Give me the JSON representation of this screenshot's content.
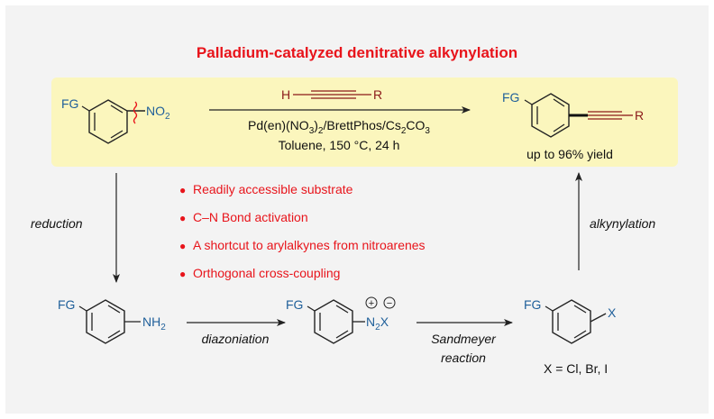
{
  "title": "Palladium-catalyzed denitrative alkynylation",
  "colors": {
    "background": "#f3f3f3",
    "highlight": "#fbf6bd",
    "title_red": "#e8141b",
    "fg_blue": "#1f5f9a",
    "alkyne_red": "#8b1a1a",
    "line": "#222222",
    "bond_cut": "#e8141b"
  },
  "reagent": {
    "h": "H",
    "r": "R",
    "conditions_line1": {
      "a": "Pd(en)(NO",
      "s1": "3",
      "b": ")",
      "s2": "2",
      "c": "/BrettPhos/Cs",
      "s3": "2",
      "d": "CO",
      "s4": "3"
    },
    "conditions_line2": "Toluene, 150 °C, 24 h"
  },
  "start_material": {
    "fg": "FG",
    "no2_main": "NO",
    "no2_sub": "2"
  },
  "product": {
    "fg": "FG",
    "r": "R",
    "yield": "up to 96% yield"
  },
  "bullets": [
    "Readily accessible substrate",
    "C–N Bond activation",
    "A shortcut to arylalkynes from nitroarenes",
    "Orthogonal cross-coupling"
  ],
  "steps": {
    "reduction": "reduction",
    "diazoniation": "diazoniation",
    "sandmeyer_1": "Sandmeyer",
    "sandmeyer_2": "reaction",
    "alkynylation": "alkynylation"
  },
  "aniline": {
    "fg": "FG",
    "nh2_main": "NH",
    "nh2_sub": "2"
  },
  "diazonium": {
    "fg": "FG",
    "n": "N",
    "n_sub": "2",
    "x": "X",
    "plus": "+",
    "minus": "−"
  },
  "haloarene": {
    "fg": "FG",
    "x": "X",
    "label": "X = Cl, Br, I"
  }
}
